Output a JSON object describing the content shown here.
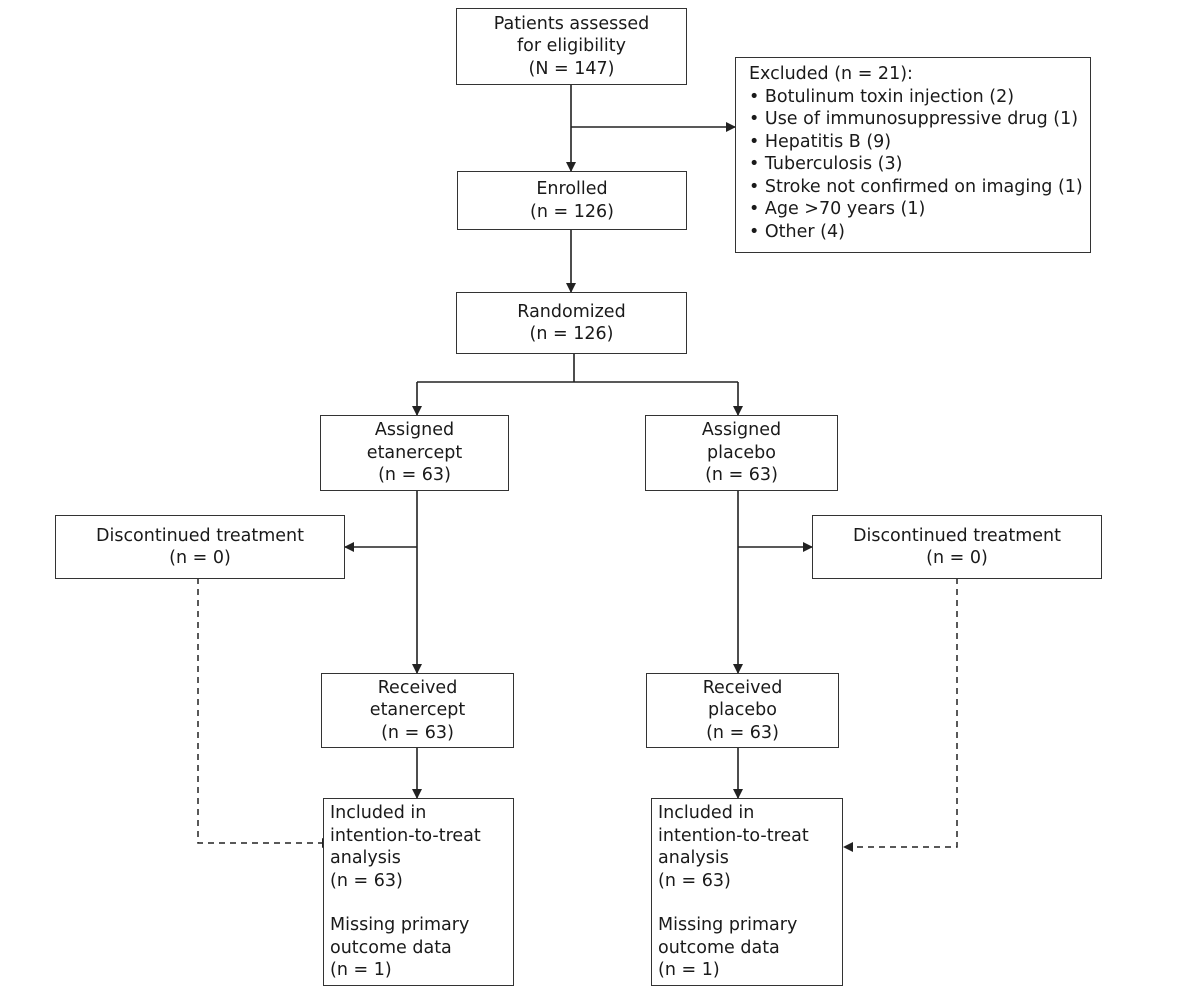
{
  "nodes": {
    "assessed": [
      "Patients assessed",
      "for eligibility",
      "(N = 147)"
    ],
    "excluded": {
      "title": "Excluded (n = 21):",
      "items": [
        "• Botulinum toxin injection (2)",
        "• Use of immunosuppressive drug (1)",
        "• Hepatitis B (9)",
        "• Tuberculosis (3)",
        "• Stroke not confirmed on imaging (1)",
        "• Age >70 years (1)",
        "• Other (4)"
      ]
    },
    "enrolled": [
      "Enrolled",
      "(n = 126)"
    ],
    "randomized": [
      "Randomized",
      "(n = 126)"
    ],
    "assigned_etanercept": [
      "Assigned",
      "etanercept",
      "(n = 63)"
    ],
    "assigned_placebo": [
      "Assigned",
      "placebo",
      "(n = 63)"
    ],
    "discontinued_left": [
      "Discontinued treatment",
      "(n = 0)"
    ],
    "discontinued_right": [
      "Discontinued treatment",
      "(n = 0)"
    ],
    "received_etanercept": [
      "Received",
      "etanercept",
      "(n = 63)"
    ],
    "received_placebo": [
      "Received",
      "placebo",
      "(n = 63)"
    ],
    "itt_etanercept": {
      "lines_a": [
        "Included in",
        "intention-to-treat",
        "analysis",
        "(n = 63)"
      ],
      "lines_b": [
        "Missing primary",
        "outcome data",
        "(n = 1)"
      ]
    },
    "itt_placebo": {
      "lines_a": [
        "Included in",
        "intention-to-treat",
        "analysis",
        "(n = 63)"
      ],
      "lines_b": [
        "Missing primary",
        "outcome data",
        "(n = 1)"
      ]
    }
  }
}
